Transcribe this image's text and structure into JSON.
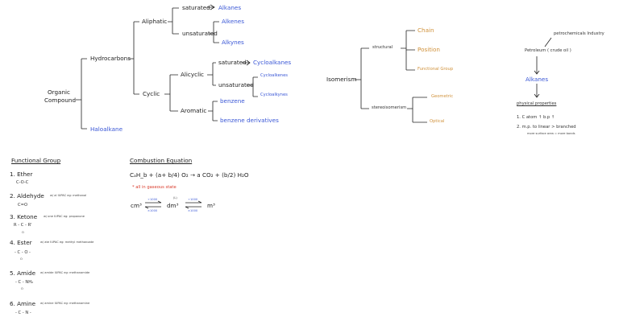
{
  "tree": {
    "root": [
      "Organic",
      "Compound"
    ],
    "hydrocarbons": "Hydrocarbons",
    "haloalkane": "Haloalkane",
    "aliphatic": "Aliphatic",
    "cyclic": "Cyclic",
    "saturated": "saturated",
    "unsaturated": "unsaturated",
    "alkanes": "Alkanes",
    "alkenes": "Alkenes",
    "alkynes": "Alkynes",
    "alicyclic": "Alicyclic",
    "aromatic": "Aromatic",
    "cyc_saturated": "saturated",
    "cyc_unsaturated": "unsaturated",
    "cycloalkanes": "Cycloalkanes",
    "cycloalkenes": "Cycloalkenes",
    "cycloalkynes": "Cycloalkynes",
    "benzene": "benzene",
    "benzene_derivatives": "benzene derivatives"
  },
  "isomerism": {
    "root": "Isomerism",
    "structural": "structural",
    "stereoisomerism": "stereoisomerism",
    "chain": "Chain",
    "position": "Position",
    "functional_group": "Functional Group",
    "geometric": "Geometric",
    "optical": "Optical"
  },
  "petroleum": {
    "industry": "petrochemicals Industry",
    "petroleum": "Petroleum ( crude oil )",
    "alkanes": "Alkanes",
    "physical": "physical properties",
    "p1": "1.  C atom ↑  b.p ↑",
    "p2": "2.  m.p. to linear > branched",
    "p2_note": "more surface area = more bonds"
  },
  "functional": {
    "title": "Functional Group",
    "items": [
      {
        "name": "1. Ether",
        "formula": "C-O-C",
        "note": ""
      },
      {
        "name": "2. Aldehyde",
        "formula": "C=O",
        "note": "w/ al IUPAC  eg: methanal"
      },
      {
        "name": "3. Ketone",
        "formula": "R - C - R'",
        "sub": "O",
        "note": "w/ one IUPAC  eg: propanone"
      },
      {
        "name": "4. Ester",
        "formula": "- C - O -",
        "sub": "O",
        "note": "w/ ate IUPAC  eg: methyl methanoate"
      },
      {
        "name": "5. Amide",
        "formula": "- C - NH₂",
        "sub": "O",
        "note": "w/ amide IUPAC  eg: methanamide"
      },
      {
        "name": "6. Amine",
        "formula": "- C - N -",
        "note": "w/ amine IUPAC  eg: methanamine"
      }
    ]
  },
  "combustion": {
    "title": "Combustion Equation",
    "equation": "CₐH_b + (a+ b/4) O₂  →  a CO₂ +  (b/2) H₂O",
    "note": "* all in gaseous state",
    "units": [
      "cm³",
      "dm³",
      "m³"
    ],
    "unit_mid_top": "(L)",
    "conv": [
      "÷1000",
      "×1000",
      "÷1000",
      "×1000"
    ]
  }
}
